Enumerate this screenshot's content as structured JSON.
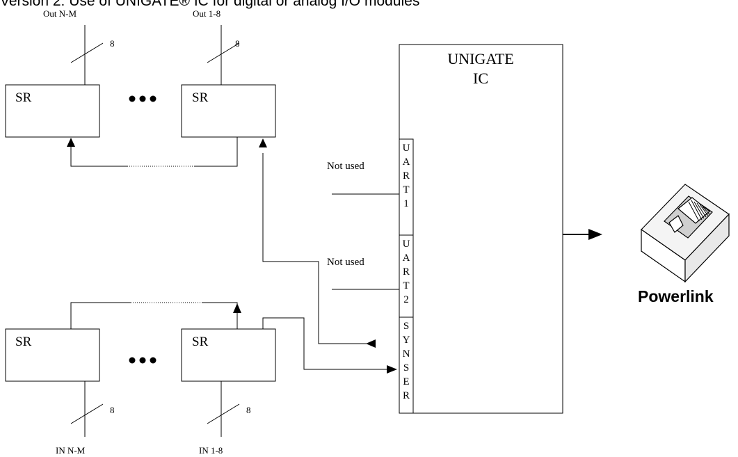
{
  "caption": "Version 2: Use of UNIGATE® IC for digital or analog I/O modules",
  "ic": {
    "line1": "UNIGATE",
    "line2": "IC"
  },
  "ports": {
    "uart1": [
      "U",
      "A",
      "R",
      "T",
      "1"
    ],
    "uart2": [
      "U",
      "A",
      "R",
      "T",
      "2"
    ],
    "synser": [
      "S",
      "Y",
      "N",
      "S",
      "E",
      "R"
    ]
  },
  "labels": {
    "not_used_1": "Not used",
    "not_used_2": "Not used",
    "out_nm": "Out N-M",
    "out_18": "Out 1-8",
    "in_nm": "IN N-M",
    "in_18": "IN 1-8",
    "bits": "8"
  },
  "shift_register": "SR",
  "connector": "Powerlink"
}
